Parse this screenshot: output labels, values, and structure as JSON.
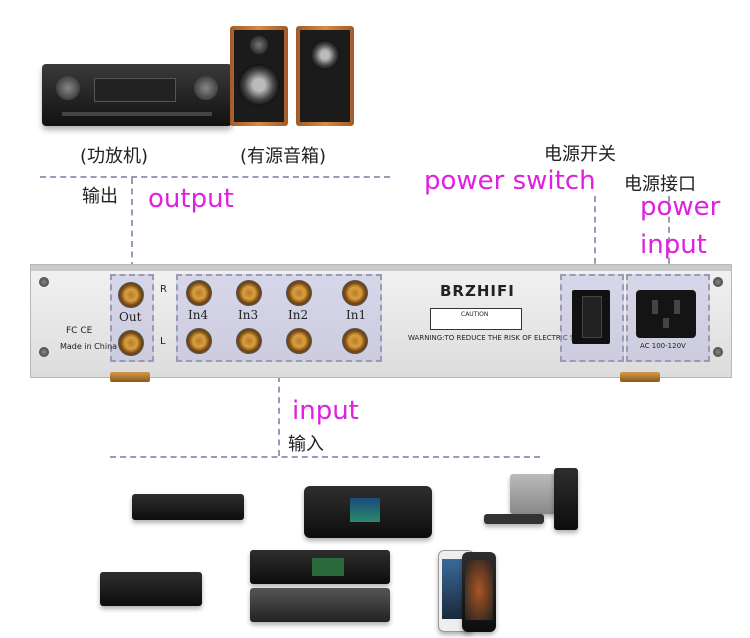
{
  "top": {
    "amplifier_label": "(功放机)",
    "speaker_label": "(有源音箱)"
  },
  "labels": {
    "output_cn": "输出",
    "output_en": "output",
    "power_switch_cn": "电源开关",
    "power_switch_en": "power switch",
    "power_input_cn": "电源接口",
    "power_input_en_1": "power",
    "power_input_en_2": "input",
    "input_en": "input",
    "input_cn": "输入"
  },
  "panel": {
    "brand": "BRZHIFI",
    "out_label": "Out",
    "inputs": [
      "In4",
      "In3",
      "In2",
      "In1"
    ],
    "channel_r": "R",
    "channel_l": "L",
    "cert": "FC CE",
    "made_in": "Made in China",
    "warning": "WARNING:TO REDUCE THE RISK OF ELECTRIC SHOCK",
    "caution": "CAUTION",
    "ac_label": "AC 100-120V"
  },
  "colors": {
    "annotation": "#e020e0",
    "dash": "#9a9ab8"
  }
}
